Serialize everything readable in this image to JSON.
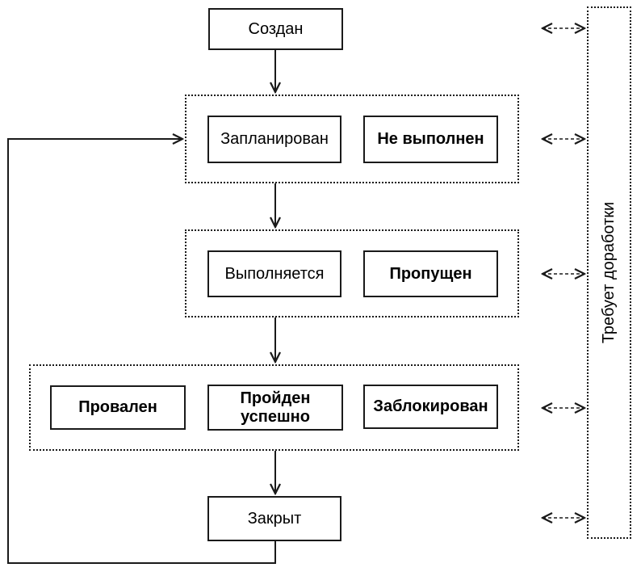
{
  "diagram": {
    "nodes": {
      "created": "Создан",
      "planned": "Запланирован",
      "not_executed": "Не выполнен",
      "in_progress": "Выполняется",
      "skipped": "Пропущен",
      "failed": "Провален",
      "passed": "Пройден успешно",
      "blocked": "Заблокирован",
      "closed": "Закрыт",
      "rework": "Требует доработки"
    },
    "groups": [
      {
        "name": "planned-group",
        "members": [
          "planned",
          "not_executed"
        ]
      },
      {
        "name": "executing-group",
        "members": [
          "in_progress",
          "skipped"
        ]
      },
      {
        "name": "results-group",
        "members": [
          "failed",
          "passed",
          "blocked"
        ]
      }
    ],
    "edges": [
      {
        "from": "created",
        "to": "planned-group",
        "style": "solid-arrow"
      },
      {
        "from": "planned-group",
        "to": "executing-group",
        "style": "solid-arrow"
      },
      {
        "from": "executing-group",
        "to": "results-group",
        "style": "solid-arrow"
      },
      {
        "from": "results-group",
        "to": "closed",
        "style": "solid-arrow"
      },
      {
        "from": "closed",
        "to": "planned-group",
        "style": "solid-arrow-loop-left"
      },
      {
        "from": "created",
        "to": "rework",
        "style": "dashed-double-arrow"
      },
      {
        "from": "planned-group",
        "to": "rework",
        "style": "dashed-double-arrow"
      },
      {
        "from": "executing-group",
        "to": "rework",
        "style": "dashed-double-arrow"
      },
      {
        "from": "results-group",
        "to": "rework",
        "style": "dashed-double-arrow"
      },
      {
        "from": "closed",
        "to": "rework",
        "style": "dashed-double-arrow"
      }
    ],
    "colors": {
      "line": "#1a1a1a",
      "background": "#ffffff",
      "text": "#000000"
    }
  }
}
